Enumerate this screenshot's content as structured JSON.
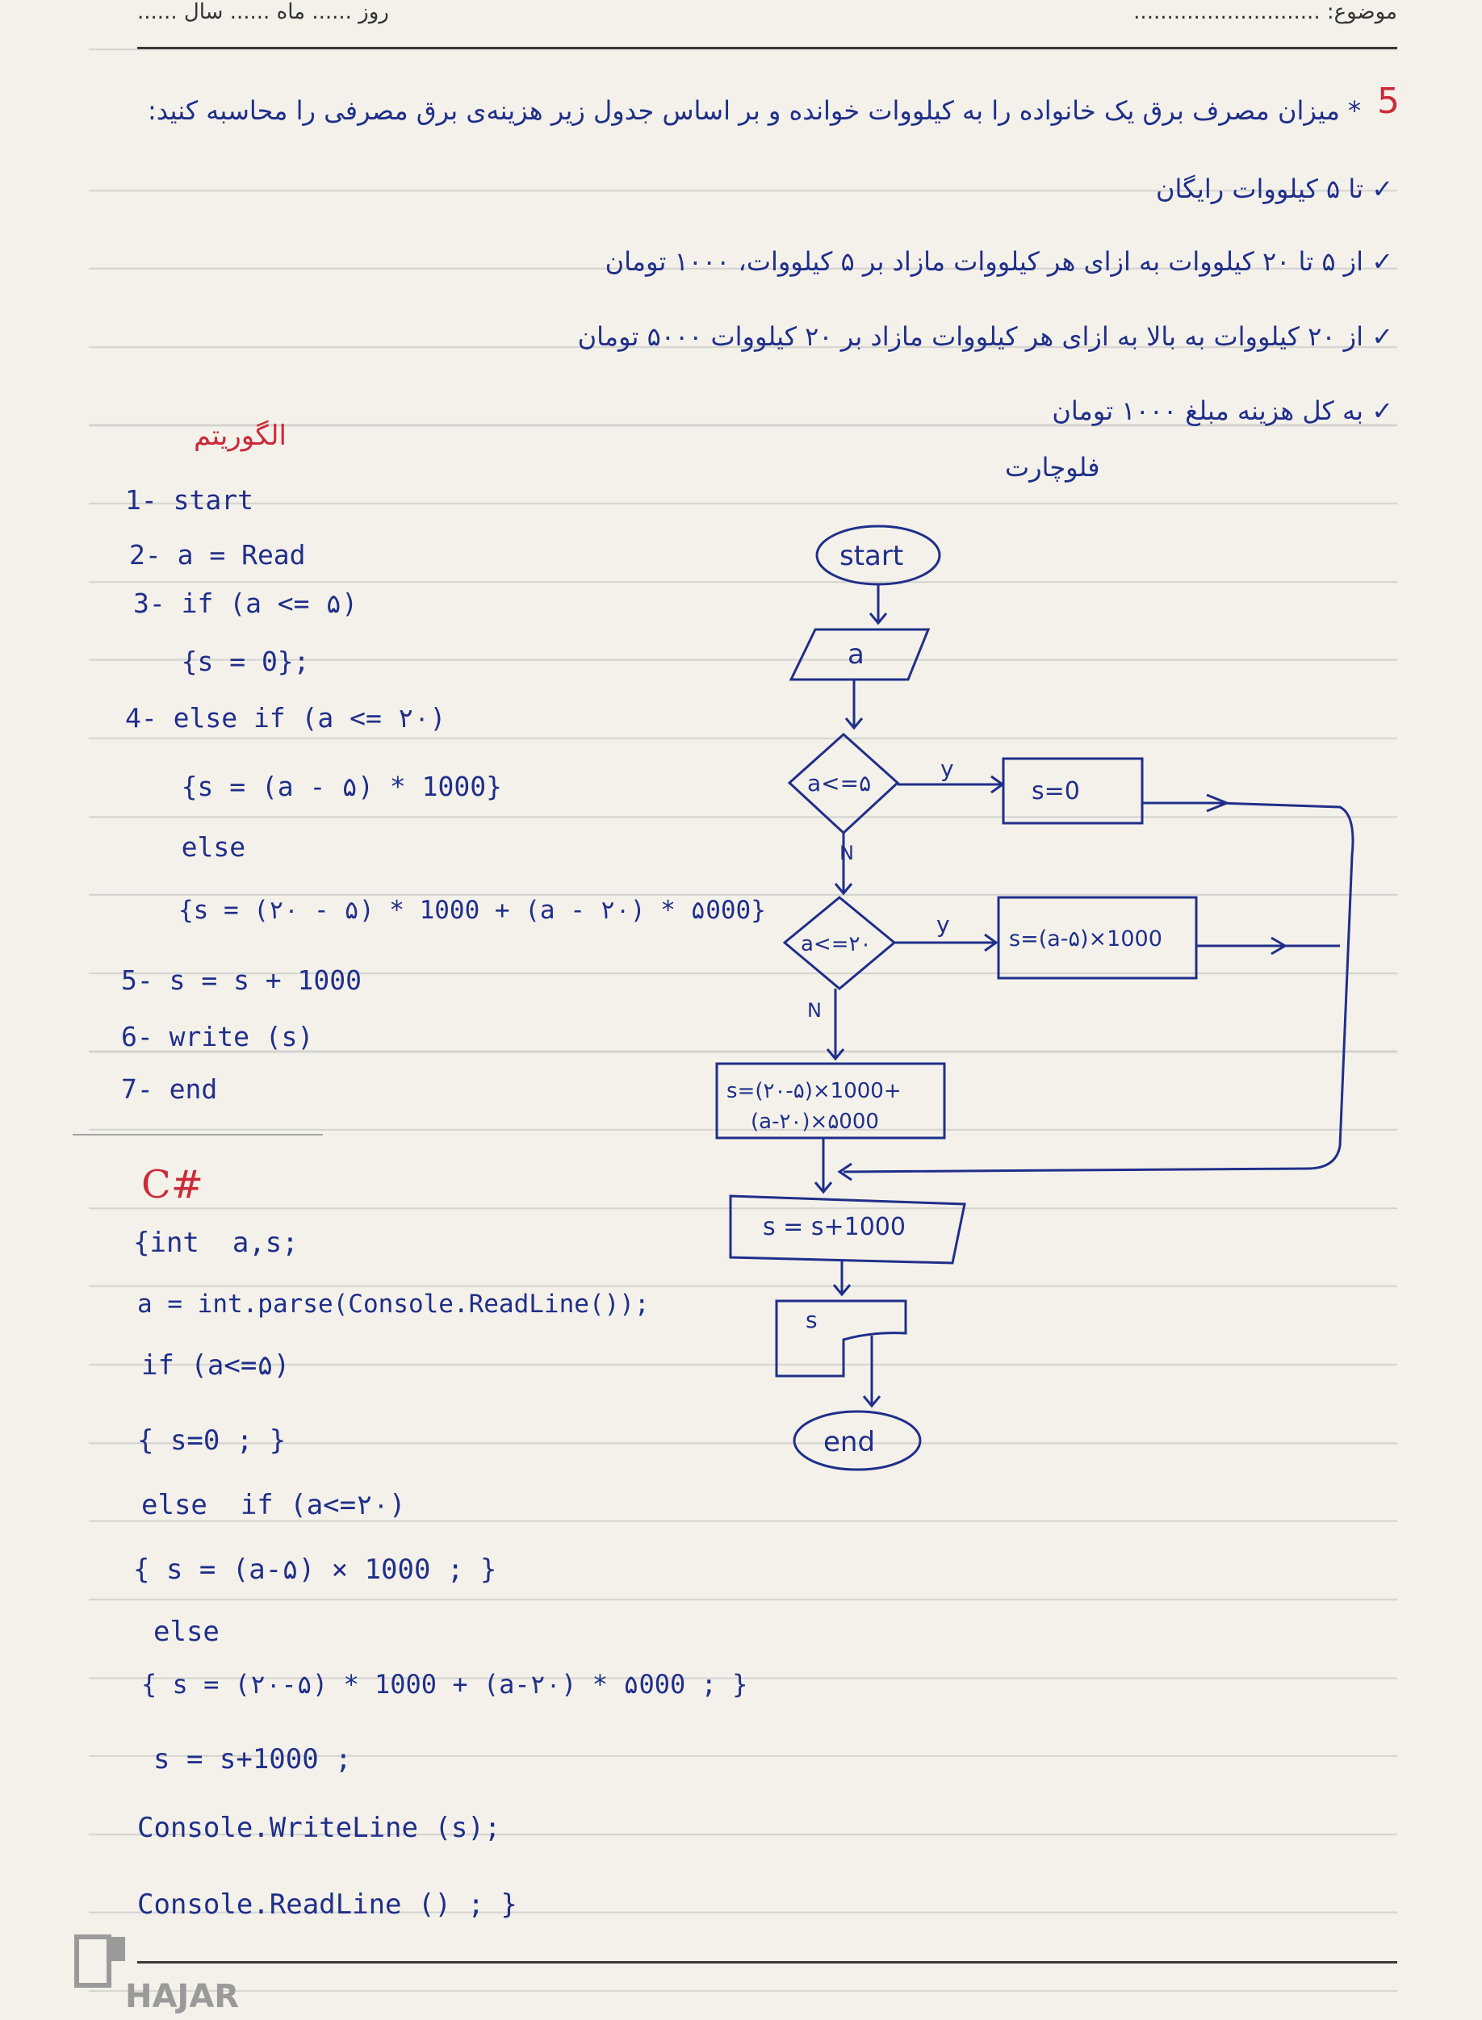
{
  "header": {
    "date_label": "روز ...... ماه ...... سال ......",
    "subject_label": "موضوع: ............................"
  },
  "question": {
    "number": "5",
    "title": "* میزان مصرف برق یک خانواده را به کیلووات خوانده و بر اساس جدول زیر هزینه‌ی برق مصرفی را محاسبه کنید:",
    "rules": [
      "✓ تا ۵ کیلووات رایگان",
      "✓ از ۵ تا ۲۰ کیلووات به ازای هر کیلووات مازاد بر ۵ کیلووات، ۱۰۰۰ تومان",
      "✓ از ۲۰ کیلووات به بالا به ازای هر کیلووات مازاد بر ۲۰ کیلووات ۵۰۰۰ تومان",
      "✓ به کل هزینه مبلغ ۱۰۰۰ تومان"
    ]
  },
  "algorithm": {
    "title": "الگوریتم",
    "lines": [
      "1- start",
      "2- a = Read",
      "3- if (a <= ۵)",
      "   {s = 0};",
      "4- else if (a <= ۲۰)",
      "   {s = (a - ۵) * 1000}",
      "   else",
      "   {s = (۲۰ - ۵) * 1000 + (a - ۲۰) * ۵000}",
      "5- s = s + 1000",
      "6- write (s)",
      "7- end"
    ]
  },
  "flowchart": {
    "title": "فلوچارت",
    "start": "start",
    "input": "a",
    "decision1": "a<=۵",
    "decision1_yes": "y",
    "decision1_no": "N",
    "box1": "s=0",
    "decision2": "a<=۲۰",
    "decision2_yes": "y",
    "decision2_no": "N",
    "box2": "s=(a-۵)×1000",
    "box3_line1": "s=(۲۰-۵)×1000+",
    "box3_line2": "(a-۲۰)×۵000",
    "box4": "s = s+1000",
    "output": "s",
    "end": "end"
  },
  "csharp": {
    "title": "C#",
    "lines": [
      "{int  a,s;",
      "a = int.parse(Console.ReadLine());",
      "if (a<=۵)",
      "{ s=0 ; }",
      "else  if (a<=۲۰)",
      "{ s = (a-۵) × 1000 ; }",
      "else",
      "{ s = (۲۰-۵) * 1000 + (a-۲۰) * ۵000 ; }",
      "s = s+1000 ;",
      "Console.WriteLine (s);",
      "Console.ReadLine () ; }"
    ]
  },
  "footer": {
    "brand": "HAJAR"
  }
}
